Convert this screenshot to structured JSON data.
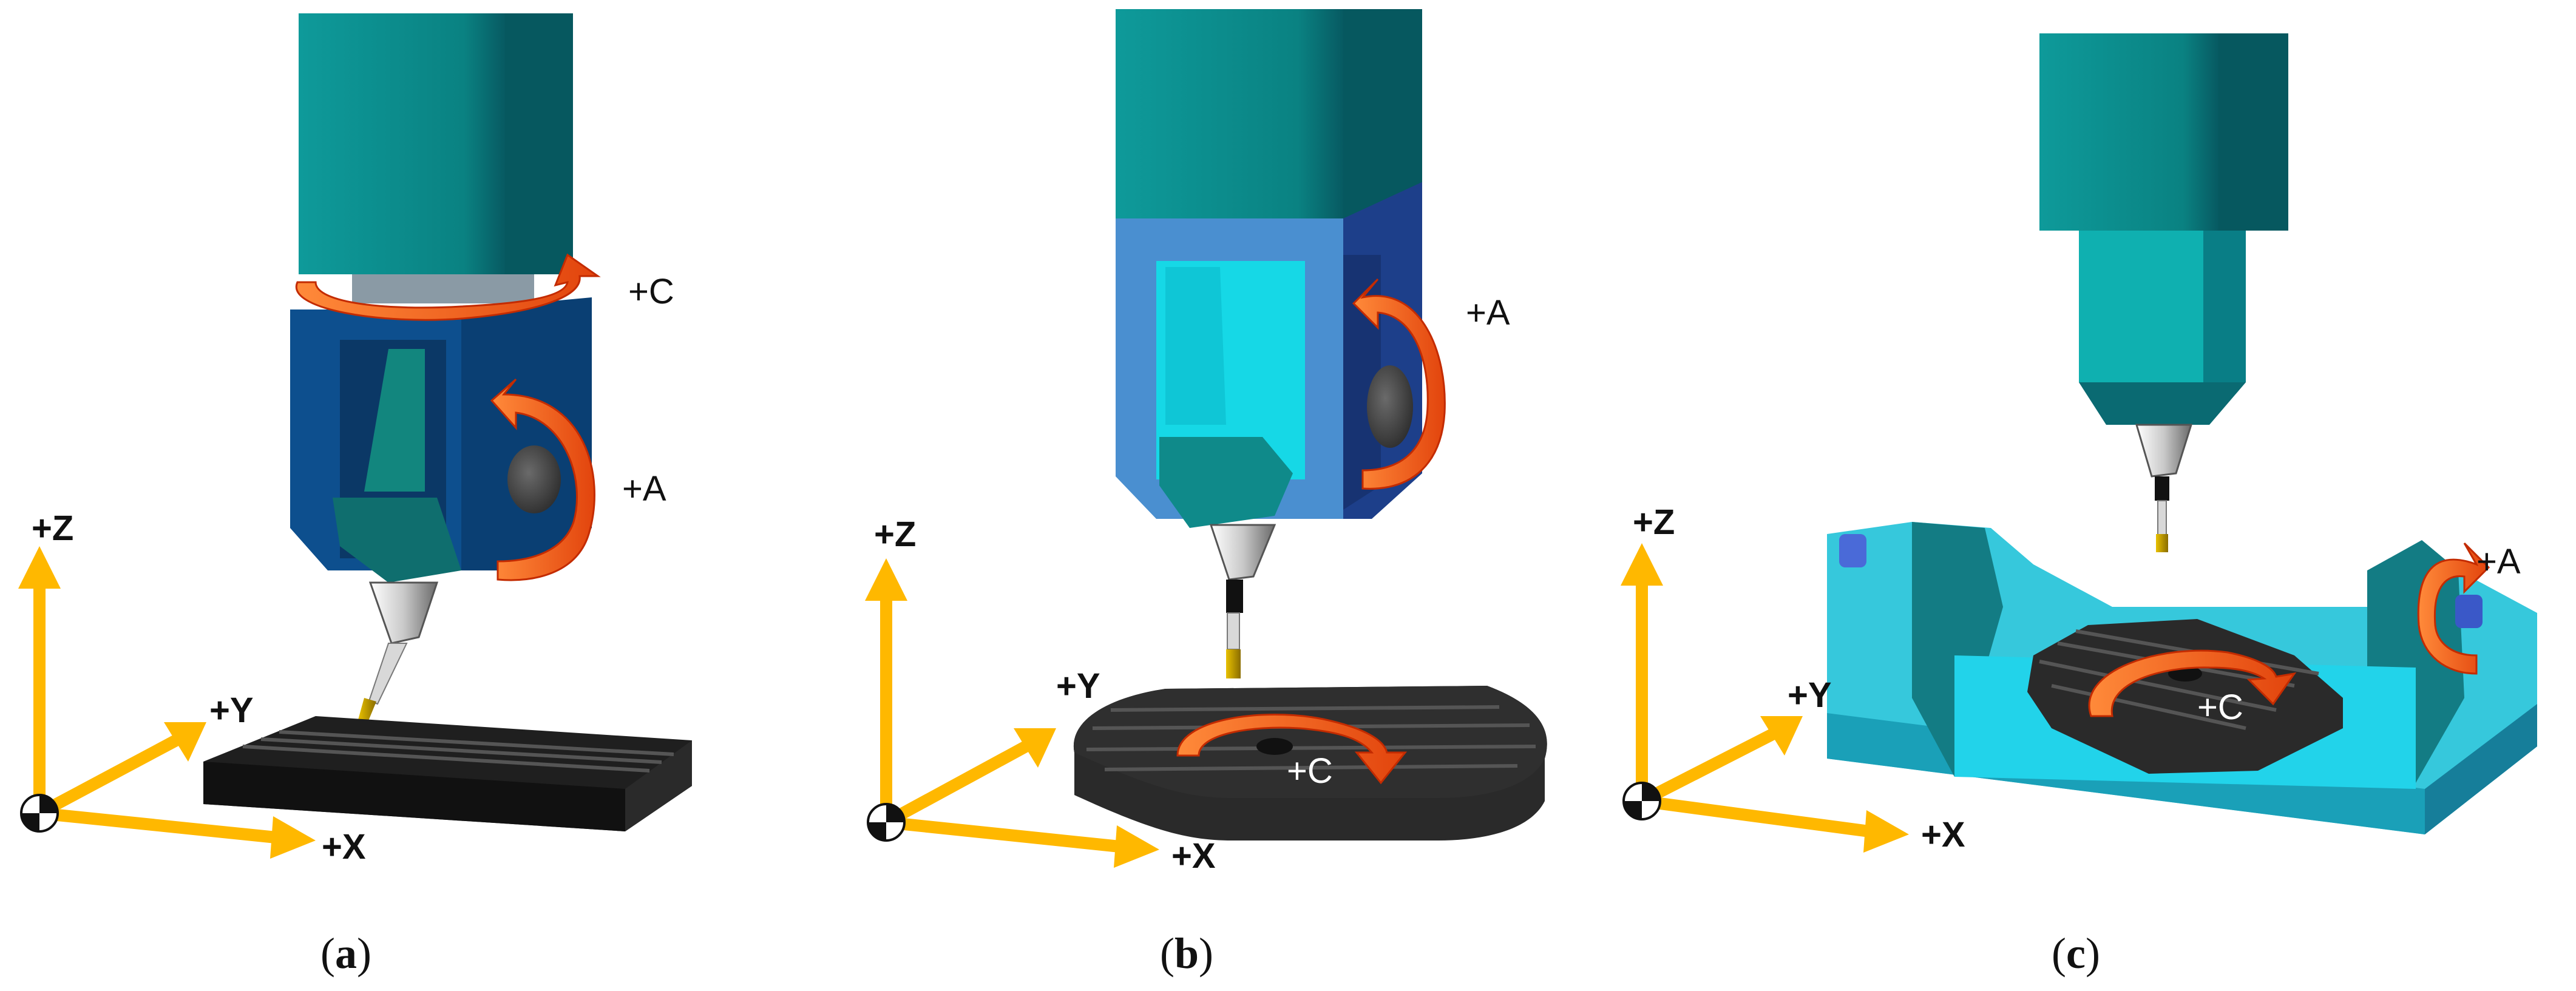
{
  "axes": {
    "z": "+Z",
    "y": "+Y",
    "x": "+X"
  },
  "rotations": {
    "a": "+A",
    "c": "+C"
  },
  "captions": [
    {
      "open": "(",
      "letter": "a",
      "close": ")"
    },
    {
      "open": "(",
      "letter": "b",
      "close": ")"
    },
    {
      "open": "(",
      "letter": "c",
      "close": ")"
    }
  ],
  "colors": {
    "spindle_teal": "#0b8a8a",
    "head_blue": "#0d4f8e",
    "fork_blue": "#4a8fd0",
    "cyan": "#16d8e6",
    "table_cyan": "#36c8dc",
    "arrow_orange": "#f26b1d",
    "axis_yellow": "#ffb800",
    "table_black": "#1f1f1f"
  }
}
